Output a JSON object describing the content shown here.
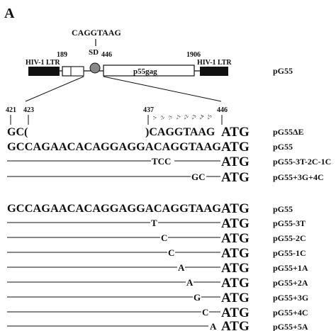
{
  "panel_label": "A",
  "construct": {
    "sd_sequence": "CAGGTAAG",
    "sd_label": "SD",
    "left_ltr": "HIV-1 LTR",
    "right_ltr": "HIV-1 LTR",
    "gag_label": "p55gag",
    "name": "pG55",
    "positions": {
      "p189": "189",
      "p446": "446",
      "p1906": "1906"
    }
  },
  "zoom_positions": {
    "p421": "421",
    "p423": "423",
    "p437": "437",
    "p446": "446"
  },
  "diagonal_marks": [
    "-1",
    "-2",
    "-3",
    "+1",
    "+2",
    "+3",
    "+4",
    "+5"
  ],
  "group1": {
    "rows": [
      {
        "left": "GC(",
        "mid": ")CAGGTAAG",
        "atg": "ATG",
        "name": "pG55ΔE"
      },
      {
        "seq": "GCCAGAACACAGGAGGACAGGTAAG",
        "atg": "ATG",
        "name": "pG55"
      },
      {
        "mut": "TCC",
        "atg": "ATG",
        "name": "pG55-3T-2C-1C"
      },
      {
        "mut": "GC",
        "atg": "ATG",
        "name": "pG55+3G+4C"
      }
    ]
  },
  "group2": {
    "reference": {
      "seq": "GCCAGAACACAGGAGGACAGGTAAG",
      "atg": "ATG",
      "name": "pG55"
    },
    "rows": [
      {
        "mut": "T",
        "atg": "ATG",
        "name": "pG55-3T"
      },
      {
        "mut": "C",
        "atg": "ATG",
        "name": "pG55-2C"
      },
      {
        "mut": "C",
        "atg": "ATG",
        "name": "pG55-1C"
      },
      {
        "mut": "A",
        "atg": "ATG",
        "name": "pG55+1A"
      },
      {
        "mut": "A",
        "atg": "ATG",
        "name": "pG55+2A"
      },
      {
        "mut": "G",
        "atg": "ATG",
        "name": "pG55+3G"
      },
      {
        "mut": "C",
        "atg": "ATG",
        "name": "pG55+4C"
      },
      {
        "mut": "A",
        "atg": "ATG",
        "name": "pG55+5A"
      }
    ]
  }
}
